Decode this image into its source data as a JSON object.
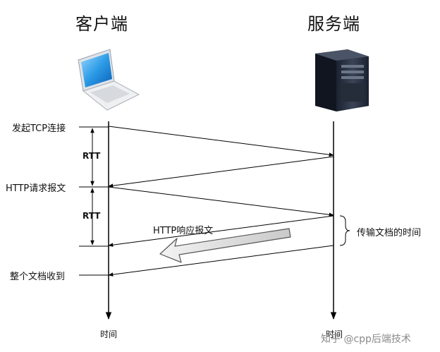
{
  "client": {
    "title": "客户端"
  },
  "server": {
    "title": "服务端"
  },
  "events": {
    "tcp": "发起TCP连接",
    "http_request": "HTTP请求报文",
    "http_response": "HTTP响应报文",
    "document_received": "整个文档收到"
  },
  "rtt_labels": [
    "RTT",
    "RTT"
  ],
  "transfer_time": "传输文档的时间",
  "time_axis": {
    "client": "时间",
    "server": "时间"
  },
  "watermark": "知乎 @cpp后端技术",
  "icons": {
    "client": "laptop-icon",
    "server": "server-tower-icon"
  }
}
